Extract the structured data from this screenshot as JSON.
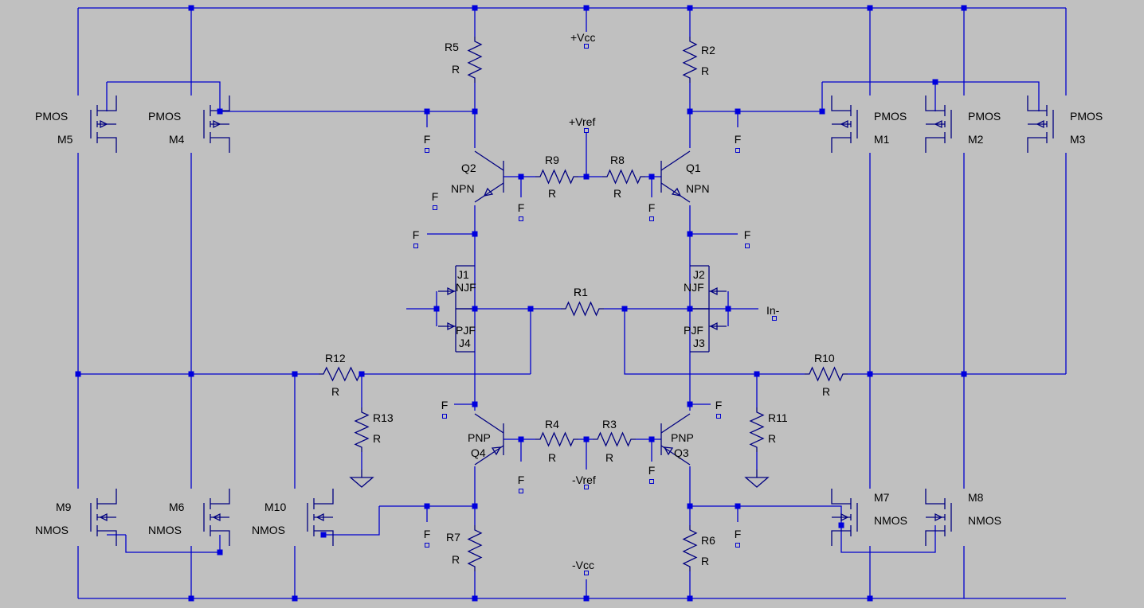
{
  "schematic": {
    "rails": {
      "vcc_pos": "+Vcc",
      "vcc_neg": "-Vcc",
      "vref_pos": "+Vref",
      "vref_neg": "-Vref"
    },
    "input": "In-",
    "flag": "F",
    "value_r": "R",
    "resistors": [
      "R1",
      "R2",
      "R3",
      "R4",
      "R5",
      "R6",
      "R7",
      "R8",
      "R9",
      "R10",
      "R11",
      "R12",
      "R13"
    ],
    "bjts": [
      {
        "name": "Q1",
        "type": "NPN"
      },
      {
        "name": "Q2",
        "type": "NPN"
      },
      {
        "name": "Q3",
        "type": "PNP"
      },
      {
        "name": "Q4",
        "type": "PNP"
      }
    ],
    "jfets": [
      {
        "name": "J1",
        "type": "NJF"
      },
      {
        "name": "J2",
        "type": "NJF"
      },
      {
        "name": "J3",
        "type": "PJF"
      },
      {
        "name": "J4",
        "type": "PJF"
      }
    ],
    "mosfets": [
      {
        "name": "M1",
        "type": "PMOS"
      },
      {
        "name": "M2",
        "type": "PMOS"
      },
      {
        "name": "M3",
        "type": "PMOS"
      },
      {
        "name": "M4",
        "type": "PMOS"
      },
      {
        "name": "M5",
        "type": "PMOS"
      },
      {
        "name": "M6",
        "type": "NMOS"
      },
      {
        "name": "M7",
        "type": "NMOS"
      },
      {
        "name": "M8",
        "type": "NMOS"
      },
      {
        "name": "M9",
        "type": "NMOS"
      },
      {
        "name": "M10",
        "type": "NMOS"
      }
    ]
  }
}
